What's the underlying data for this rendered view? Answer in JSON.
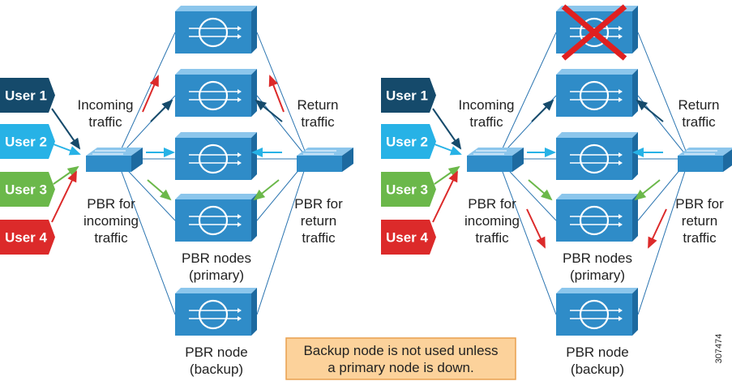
{
  "colors": {
    "user1": "#154a6b",
    "user2": "#27b2e6",
    "user3": "#6bb84a",
    "user4": "#dc2a2a",
    "device_front": "#2f8cc8",
    "device_top": "#8cc6ec",
    "device_right": "#1d6aa0",
    "line": "#2a74b0",
    "note_fill": "#fcd29b",
    "note_border": "#e9a04e",
    "failure_x": "#e02020"
  },
  "left": {
    "users": [
      "User 1",
      "User 2",
      "User 3",
      "User 4"
    ],
    "incoming_label": [
      "Incoming",
      "traffic"
    ],
    "return_label": [
      "Return",
      "traffic"
    ],
    "pbr_incoming_label": [
      "PBR for",
      "incoming",
      "traffic"
    ],
    "pbr_return_label": [
      "PBR for",
      "return",
      "traffic"
    ],
    "primary_label": [
      "PBR nodes",
      "(primary)"
    ],
    "backup_label": [
      "PBR node",
      "(backup)"
    ]
  },
  "right": {
    "users": [
      "User 1",
      "User 2",
      "User 3",
      "User 4"
    ],
    "incoming_label": [
      "Incoming",
      "traffic"
    ],
    "return_label": [
      "Return",
      "traffic"
    ],
    "pbr_incoming_label": [
      "PBR for",
      "incoming",
      "traffic"
    ],
    "pbr_return_label": [
      "PBR for",
      "return",
      "traffic"
    ],
    "primary_label": [
      "PBR nodes",
      "(primary)"
    ],
    "backup_label": [
      "PBR node",
      "(backup)"
    ]
  },
  "note": [
    "Backup node is not used unless",
    "a primary node is down."
  ],
  "figure_id": "307474"
}
